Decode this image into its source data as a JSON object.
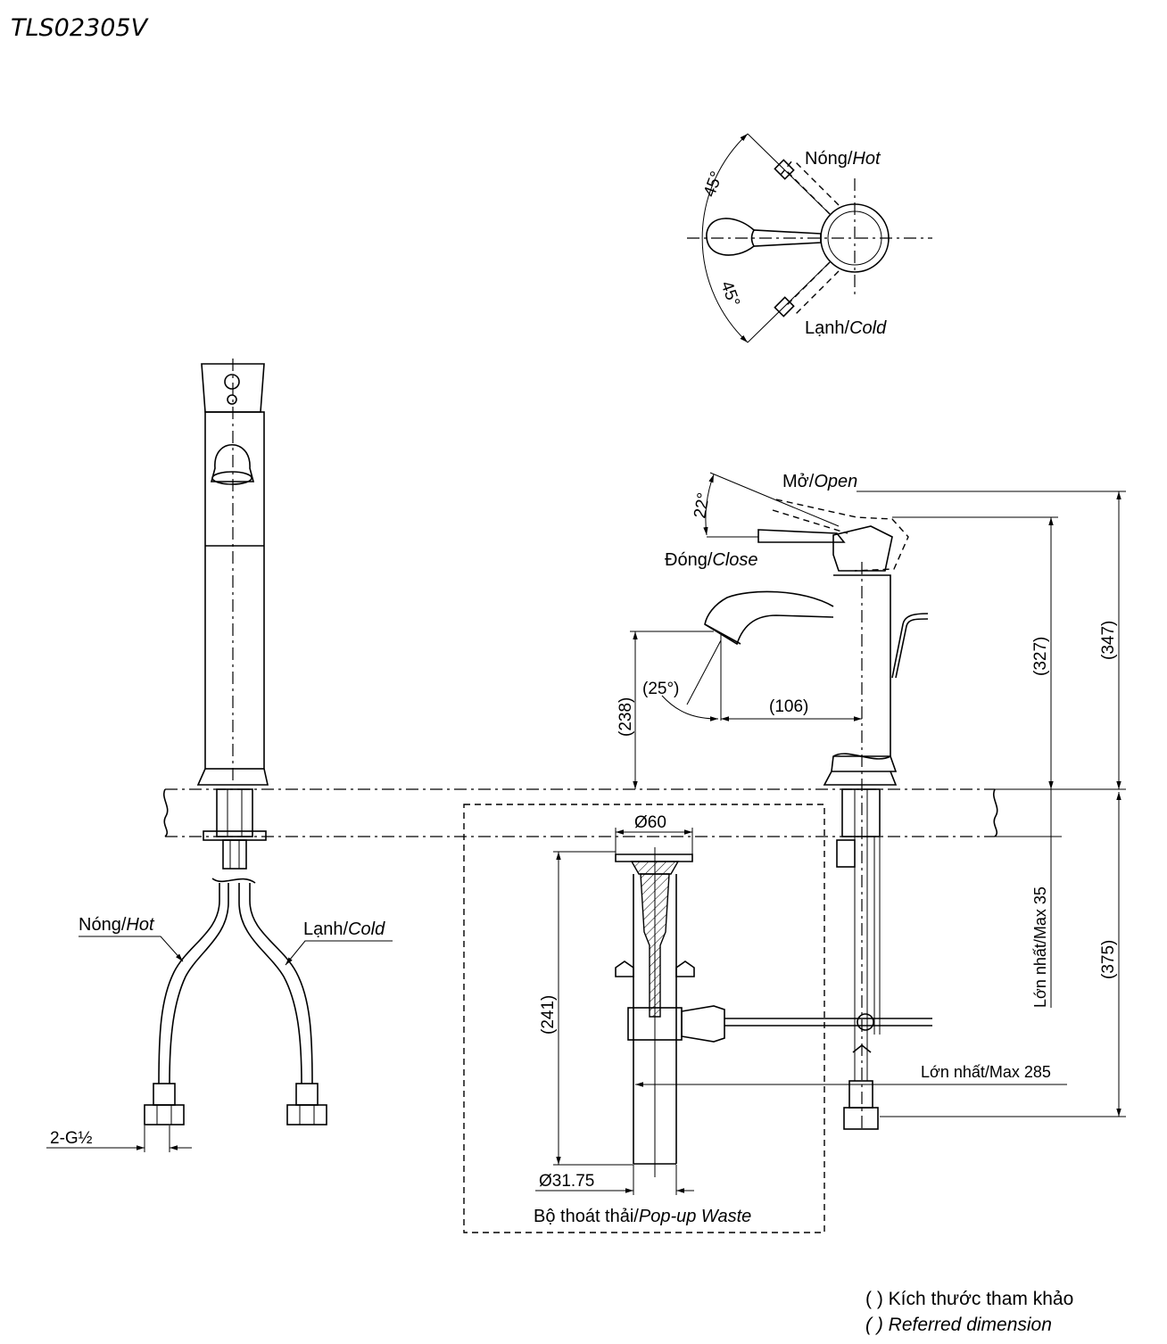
{
  "model_code": "TLS02305V",
  "top_view": {
    "hot_label": "Nóng/",
    "hot_label_en": "Hot",
    "cold_label": "Lạnh/",
    "cold_label_en": "Cold",
    "angle_upper": "45°",
    "angle_lower": "45°"
  },
  "side_view": {
    "open_label": "Mở/",
    "open_label_en": "Open",
    "close_label": "Đóng/",
    "close_label_en": "Close",
    "lever_angle": "22°",
    "spout_angle": "(25°)",
    "spout_reach": "(106)",
    "spout_height": "(238)",
    "height_body": "(327)",
    "height_total": "(347)",
    "below_deck": "(375)",
    "max_thickness": "Lớn nhất/Max 35",
    "max_hose": "Lớn nhất/Max 285"
  },
  "front_view": {
    "hot_label": "Nóng/",
    "hot_label_en": "Hot",
    "cold_label": "Lạnh/",
    "cold_label_en": "Cold",
    "connection": "2-G½"
  },
  "popup_waste": {
    "flange_dia": "Ø60",
    "pipe_dia": "Ø31.75",
    "length": "(241)",
    "label_vi": "Bộ thoát thải/",
    "label_en": "Pop-up Waste"
  },
  "legend": {
    "line1": "( ) Kích thước tham khảo",
    "line2": "( ) Referred dimension"
  }
}
